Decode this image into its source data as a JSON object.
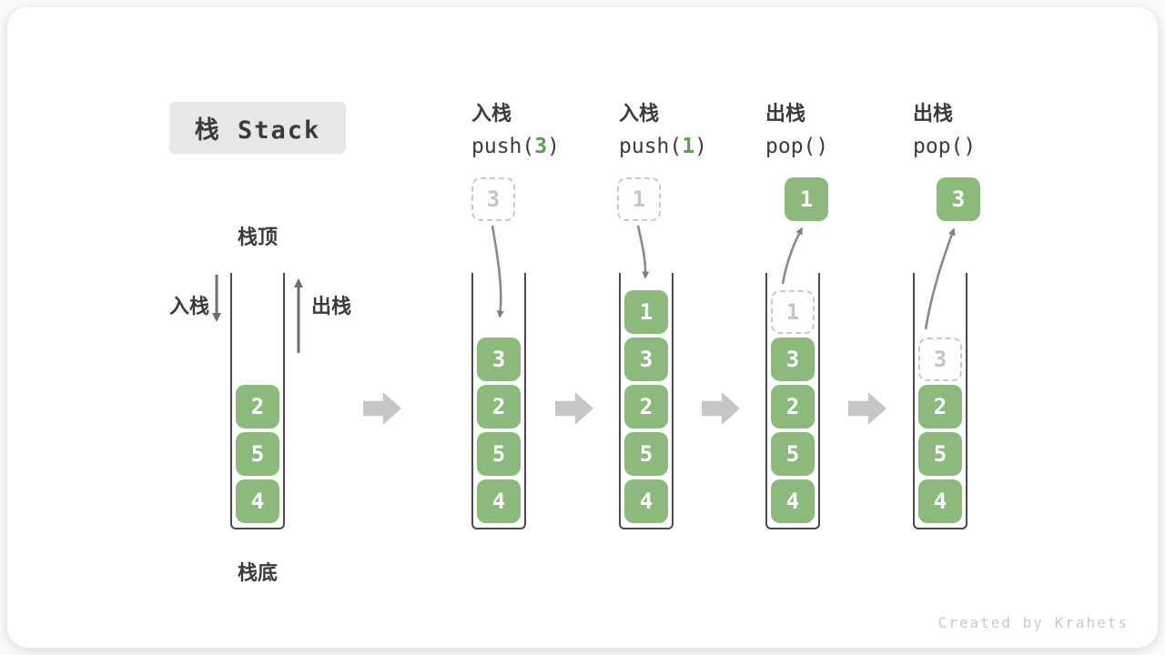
{
  "title": "栈 Stack",
  "labels": {
    "stack_top": "栈顶",
    "stack_bottom": "栈底",
    "push_side": "入栈",
    "pop_side": "出栈"
  },
  "operations": [
    {
      "name": "入栈",
      "code_before": "push(",
      "code_arg": "3",
      "code_after": ")"
    },
    {
      "name": "入栈",
      "code_before": "push(",
      "code_arg": "1",
      "code_after": ")"
    },
    {
      "name": "出栈",
      "code_before": "pop(",
      "code_arg": "",
      "code_after": ")"
    },
    {
      "name": "出栈",
      "code_before": "pop(",
      "code_arg": "",
      "code_after": ")"
    }
  ],
  "floating": [
    {
      "value": "3",
      "style": "ghost"
    },
    {
      "value": "1",
      "style": "ghost"
    },
    {
      "value": "1",
      "style": "solid"
    },
    {
      "value": "3",
      "style": "solid"
    }
  ],
  "stacks": [
    {
      "cells": [
        {
          "value": "2",
          "style": "solid"
        },
        {
          "value": "5",
          "style": "solid"
        },
        {
          "value": "4",
          "style": "solid"
        }
      ]
    },
    {
      "cells": [
        {
          "value": "3",
          "style": "solid"
        },
        {
          "value": "2",
          "style": "solid"
        },
        {
          "value": "5",
          "style": "solid"
        },
        {
          "value": "4",
          "style": "solid"
        }
      ]
    },
    {
      "cells": [
        {
          "value": "1",
          "style": "solid"
        },
        {
          "value": "3",
          "style": "solid"
        },
        {
          "value": "2",
          "style": "solid"
        },
        {
          "value": "5",
          "style": "solid"
        },
        {
          "value": "4",
          "style": "solid"
        }
      ]
    },
    {
      "cells": [
        {
          "value": "1",
          "style": "ghost"
        },
        {
          "value": "3",
          "style": "solid"
        },
        {
          "value": "2",
          "style": "solid"
        },
        {
          "value": "5",
          "style": "solid"
        },
        {
          "value": "4",
          "style": "solid"
        }
      ]
    },
    {
      "cells": [
        {
          "value": "3",
          "style": "ghost"
        },
        {
          "value": "2",
          "style": "solid"
        },
        {
          "value": "5",
          "style": "solid"
        },
        {
          "value": "4",
          "style": "solid"
        }
      ]
    }
  ],
  "footer": "Created by Krahets",
  "colors": {
    "cell_green": "#8BBA7C",
    "arg_green": "#56A349",
    "arrow_gray": "#8A8A8A",
    "block_arrow_gray": "#C6C6C6"
  }
}
